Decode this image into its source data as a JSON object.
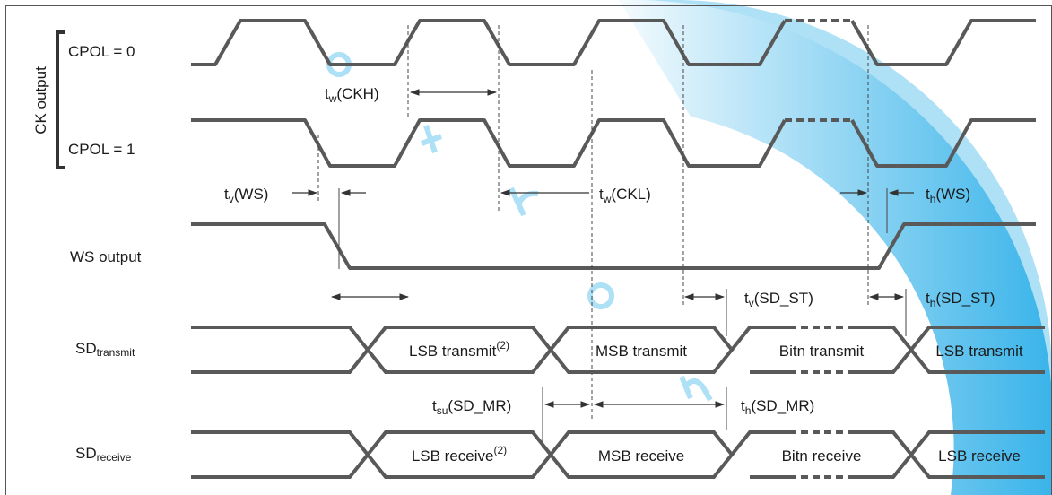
{
  "signals": {
    "ck_group": "CK output",
    "cpol0": "CPOL = 0",
    "cpol1": "CPOL = 1",
    "ws": "WS output",
    "sd_transmit": {
      "base": "SD",
      "sub": "transmit"
    },
    "sd_receive": {
      "base": "SD",
      "sub": "receive"
    }
  },
  "timings": {
    "tw_ckh": {
      "base": "t",
      "sub": "w",
      "rest": "(CKH)"
    },
    "tw_ckl": {
      "base": "t",
      "sub": "w",
      "rest": "(CKL)"
    },
    "tv_ws": {
      "base": "t",
      "sub": "v",
      "rest": "(WS)"
    },
    "th_ws": {
      "base": "t",
      "sub": "h",
      "rest": "(WS)"
    },
    "tv_sd_st": {
      "base": "t",
      "sub": "v",
      "rest": "(SD_ST)"
    },
    "th_sd_st": {
      "base": "t",
      "sub": "h",
      "rest": "(SD_ST)"
    },
    "tsu_sd_mr": {
      "base": "t",
      "sub": "su",
      "rest": "(SD_MR)"
    },
    "th_sd_mr": {
      "base": "t",
      "sub": "h",
      "rest": "(SD_MR)"
    }
  },
  "transmit_cells": [
    {
      "text": "LSB transmit",
      "sup": "(2)"
    },
    {
      "text": "MSB transmit",
      "sup": ""
    },
    {
      "text": "Bitn transmit",
      "sup": ""
    },
    {
      "text": "LSB transmit",
      "sup": ""
    }
  ],
  "receive_cells": [
    {
      "text": "LSB receive",
      "sup": "(2)"
    },
    {
      "text": "MSB receive",
      "sup": ""
    },
    {
      "text": "Bitn receive",
      "sup": ""
    },
    {
      "text": "LSB receive",
      "sup": ""
    }
  ],
  "colors": {
    "waveform": "#595959",
    "watermark": "#18a7e6",
    "text": "#1a1a1a"
  }
}
